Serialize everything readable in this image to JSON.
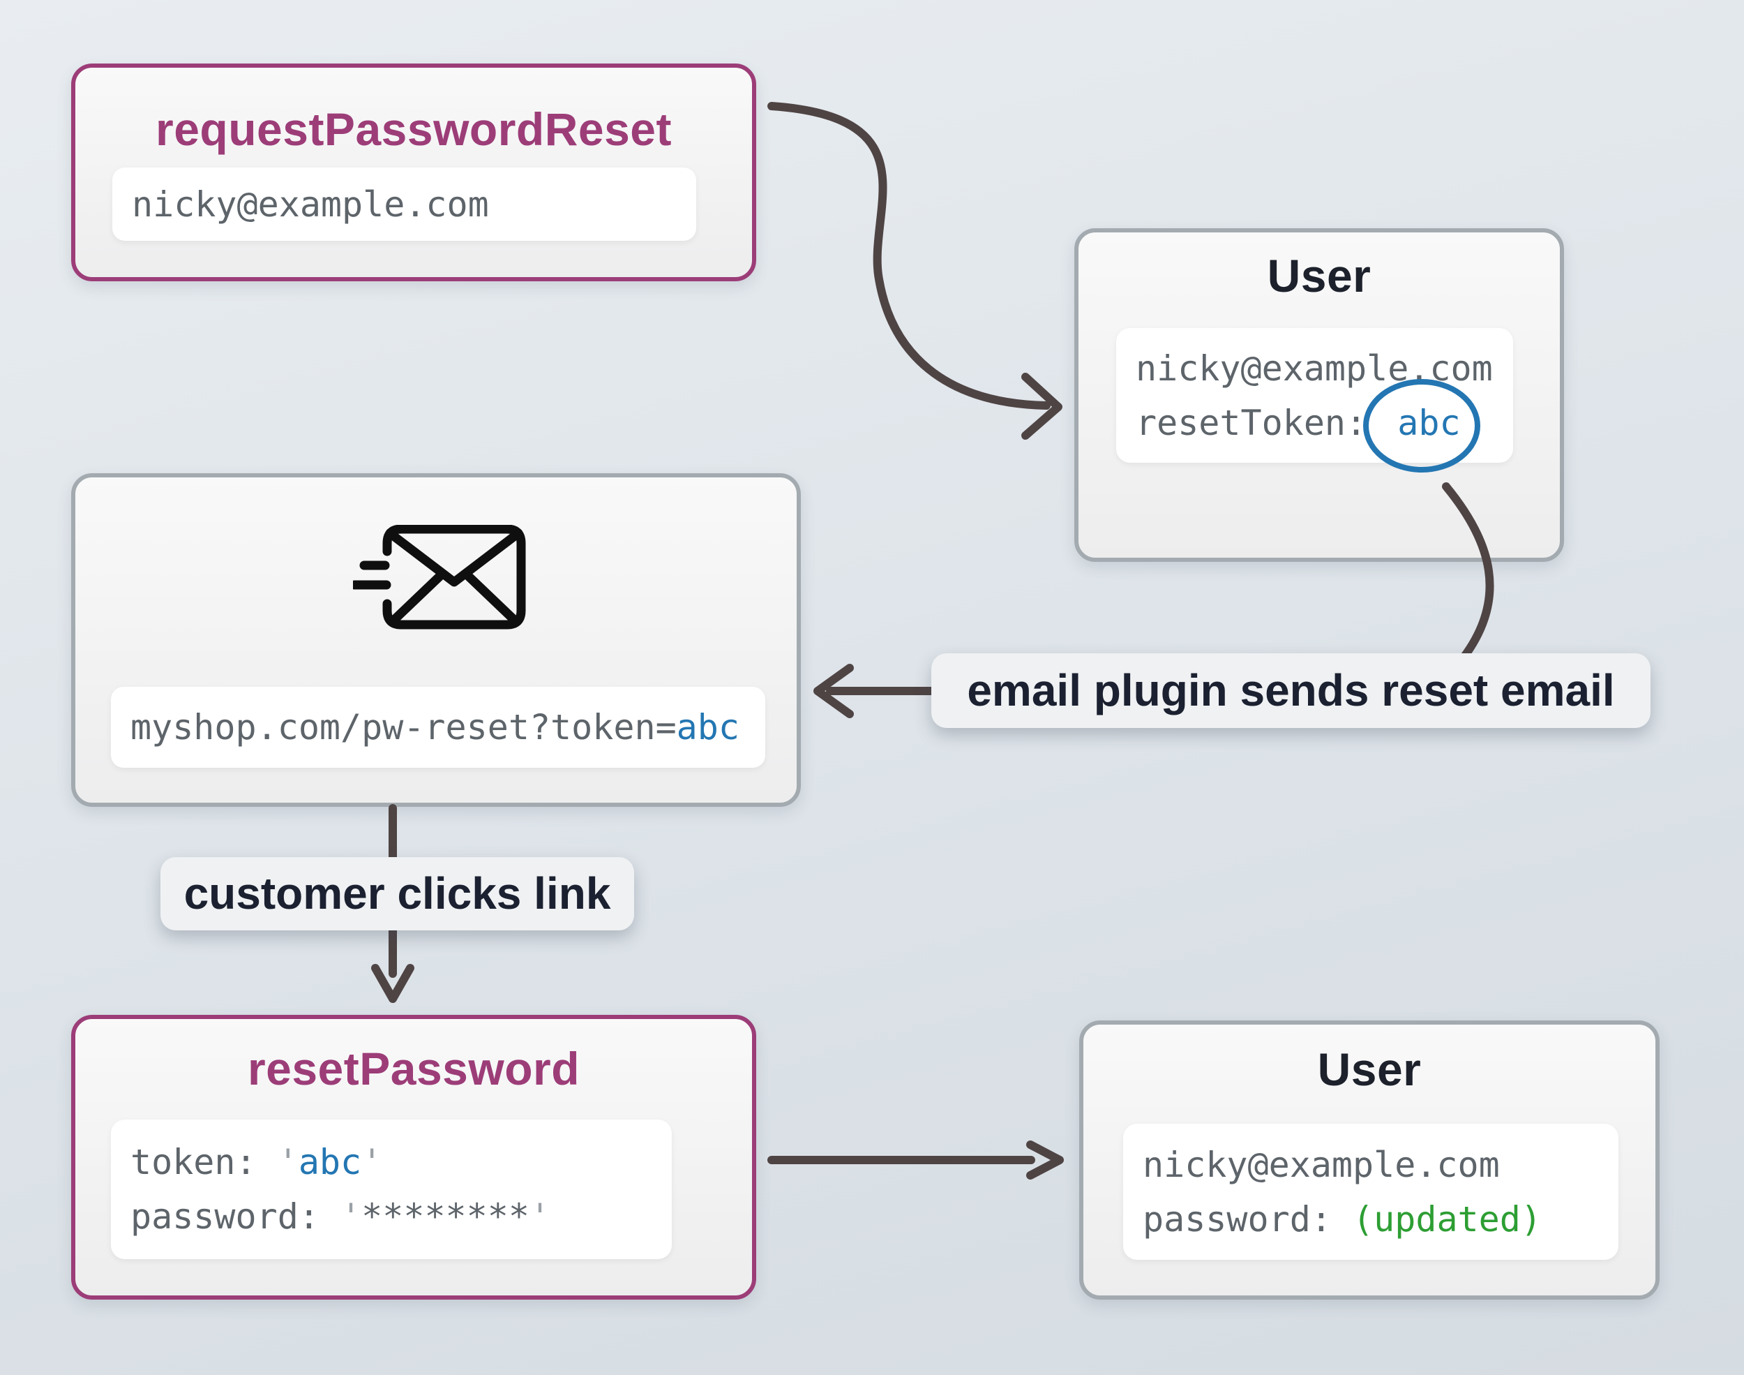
{
  "nodes": {
    "request": {
      "title": "requestPasswordReset",
      "email": "nicky@example.com"
    },
    "user_top": {
      "title": "User",
      "email": "nicky@example.com",
      "token_label": "resetToken: ",
      "token_value": "abc"
    },
    "email_node": {
      "icon": "mail-send-icon",
      "url_prefix": "myshop.com/pw-reset?token=",
      "url_token": "abc"
    },
    "reset": {
      "title": "resetPassword",
      "token_label": "token: ",
      "token_open": "'",
      "token_value": "abc",
      "token_close": "'",
      "password_label": "password: ",
      "password_open": "'",
      "password_value": "********",
      "password_close": "'"
    },
    "user_bottom": {
      "title": "User",
      "email": "nicky@example.com",
      "password_label": "password: ",
      "password_value": "(updated)"
    }
  },
  "labels": {
    "email_plugin": "email plugin sends reset email",
    "customer_clicks": "customer clicks link"
  },
  "colors": {
    "accent_purple": "#9c3d78",
    "accent_blue": "#2376b2",
    "accent_green": "#2d9e33",
    "arrow": "#4f4444",
    "title_dark": "#1c212b",
    "code_gray": "#5d646a",
    "quote_gray": "#9aa1a6",
    "node_border_gray": "#a3abb0",
    "background": "#dfe5ea"
  }
}
